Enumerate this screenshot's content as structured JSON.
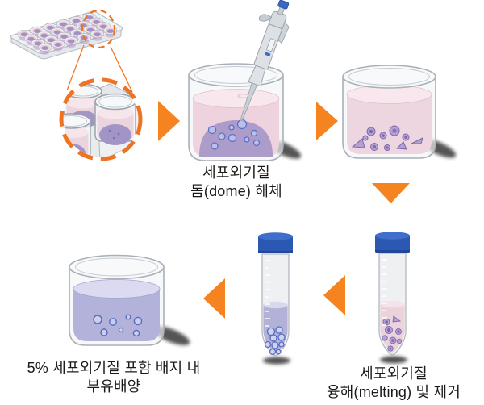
{
  "diagram": {
    "background_color": "#ffffff",
    "labels": {
      "dome_dissociation": {
        "line1": "세포외기질",
        "line2": "돔(dome) 해체"
      },
      "suspension_culture": {
        "line1": "5% 세포외기질 포함 배지 내",
        "line2": "부유배양"
      },
      "melting_removal": {
        "line1": "세포외기질",
        "line2": "융해(melting) 및 제거"
      }
    },
    "colors": {
      "arrow": "#F5831F",
      "magnifier_dash": "#EE7322",
      "medium_pink": "#EED3DF",
      "medium_pink_surface": "#F8E8EE",
      "ecm_dome_purple": "#A799C7",
      "fragment_purple": "#B3A1D2",
      "suspension_purple": "#B3B2DA",
      "suspension_surface": "#DBDAF0",
      "organoid_fill": "#B9C0EA",
      "organoid_stroke": "#6070C5",
      "tube_cap_blue": "#2A58B2",
      "glass_stroke": "#A9B0B7",
      "text": "#1A1A1A"
    },
    "icons": [
      "well-plate-icon",
      "magnifier-circle-icon",
      "arrow-right-icon",
      "pipette-icon",
      "beaker-dome-icon",
      "beaker-fragments-icon",
      "arrow-down-icon",
      "tube-fragments-icon",
      "arrow-left-icon",
      "tube-suspension-icon",
      "beaker-suspension-icon"
    ]
  }
}
